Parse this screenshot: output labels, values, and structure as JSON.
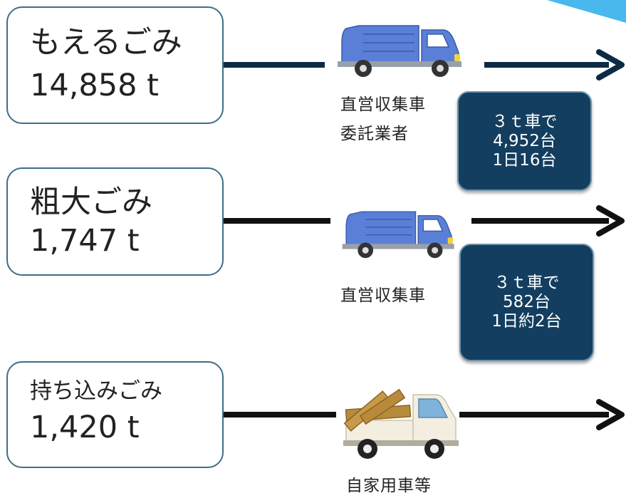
{
  "colors": {
    "background": "#ffffff",
    "box_border": "#3e6e88",
    "line_dark": "#0d2b45",
    "line_black": "#111111",
    "stat_fill": "#133e5f",
    "stat_text": "#ffffff",
    "truck_blue": "#5a7fd6",
    "corner_accent": "#49b8ec"
  },
  "flows": [
    {
      "source": {
        "name": "もえるごみ",
        "amount": "14,858 t"
      },
      "vehicle": {
        "icon": "garbage-truck-icon",
        "label_lines": [
          "直営収集車",
          "委託業者"
        ]
      },
      "stats": [
        "３ｔ車で",
        "4,952台",
        "1日16台"
      ]
    },
    {
      "source": {
        "name": "粗大ごみ",
        "amount": "1,747 t"
      },
      "vehicle": {
        "icon": "garbage-truck-icon",
        "label_lines": [
          "直営収集車"
        ]
      },
      "stats": [
        "３ｔ車で",
        "582台",
        "1日約2台"
      ]
    },
    {
      "source": {
        "name": "持ち込みごみ",
        "amount": "1,420 t"
      },
      "vehicle": {
        "icon": "pickup-truck-icon",
        "label_lines": [
          "自家用車等"
        ]
      }
    }
  ]
}
